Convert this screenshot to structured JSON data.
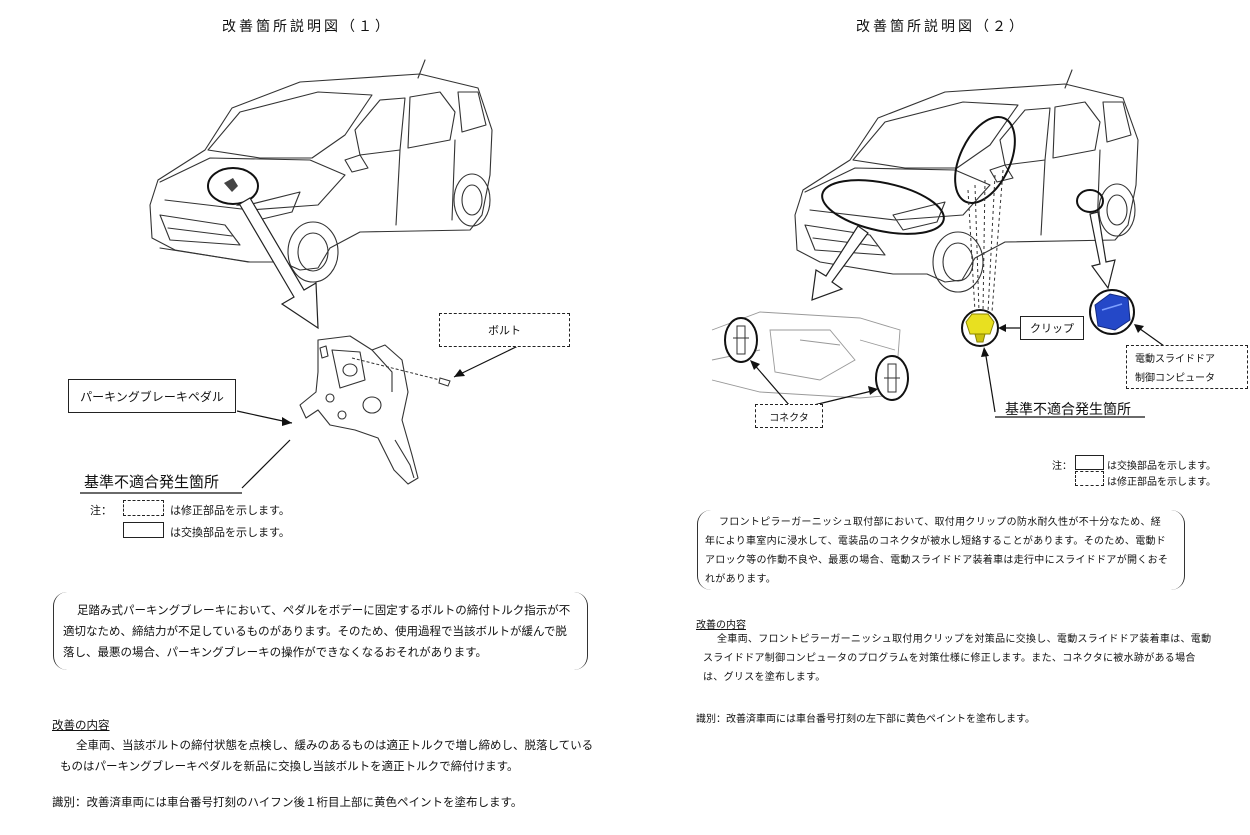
{
  "left": {
    "title": "改善箇所説明図（１）",
    "callout_bolt": "ボルト",
    "callout_pedal": "パーキングブレーキペダル",
    "nonconformity": "基準不適合発生箇所",
    "note_prefix": "注：",
    "note_modified": "は修正部品を示します。",
    "note_replaced": "は交換部品を示します。",
    "description": "足踏み式パーキングブレーキにおいて、ペダルをボデーに固定するボルトの締付トルク指示が不適切なため、締結力が不足しているものがあります。そのため、使用過程で当該ボルトが緩んで脱落し、最悪の場合、パーキングブレーキの操作ができなくなるおそれがあります。",
    "improvement_heading": "改善の内容",
    "improvement_text": "全車両、当該ボルトの締付状態を点検し、緩みのあるものは適正トルクで増し締めし、脱落しているものはパーキングブレーキペダルを新品に交換し当該ボルトを適正トルクで締付けます。",
    "identification": "識別：改善済車両には車台番号打刻のハイフン後１桁目上部に黄色ペイントを塗布します。"
  },
  "right": {
    "title": "改善箇所説明図（２）",
    "callout_clip": "クリップ",
    "callout_ecu_line1": "電動スライドドア",
    "callout_ecu_line2": "制御コンピュータ",
    "callout_connector": "コネクタ",
    "nonconformity": "基準不適合発生箇所",
    "note_prefix": "注：",
    "note_replaced": "は交換部品を示します。",
    "note_modified": "は修正部品を示します。",
    "description": "フロントピラーガーニッシュ取付部において、取付用クリップの防水耐久性が不十分なため、経年により車室内に浸水して、電装品のコネクタが被水し短絡することがあります。そのため、電動ドアロック等の作動不良や、最悪の場合、電動スライドドア装着車は走行中にスライドドアが開くおそれがあります。",
    "improvement_heading": "改善の内容",
    "improvement_text": "全車両、フロントピラーガーニッシュ取付用クリップを対策品に交換し、電動スライドドア装着車は、電動スライドドア制御コンピュータのプログラムを対策仕様に修正します。また、コネクタに被水跡がある場合は、グリスを塗布します。",
    "identification": "識別：改善済車両には車台番号打刻の左下部に黄色ペイントを塗布します。"
  },
  "colors": {
    "clip_yellow": "#e8e020",
    "ecu_blue": "#2448c8",
    "line": "#222222"
  }
}
